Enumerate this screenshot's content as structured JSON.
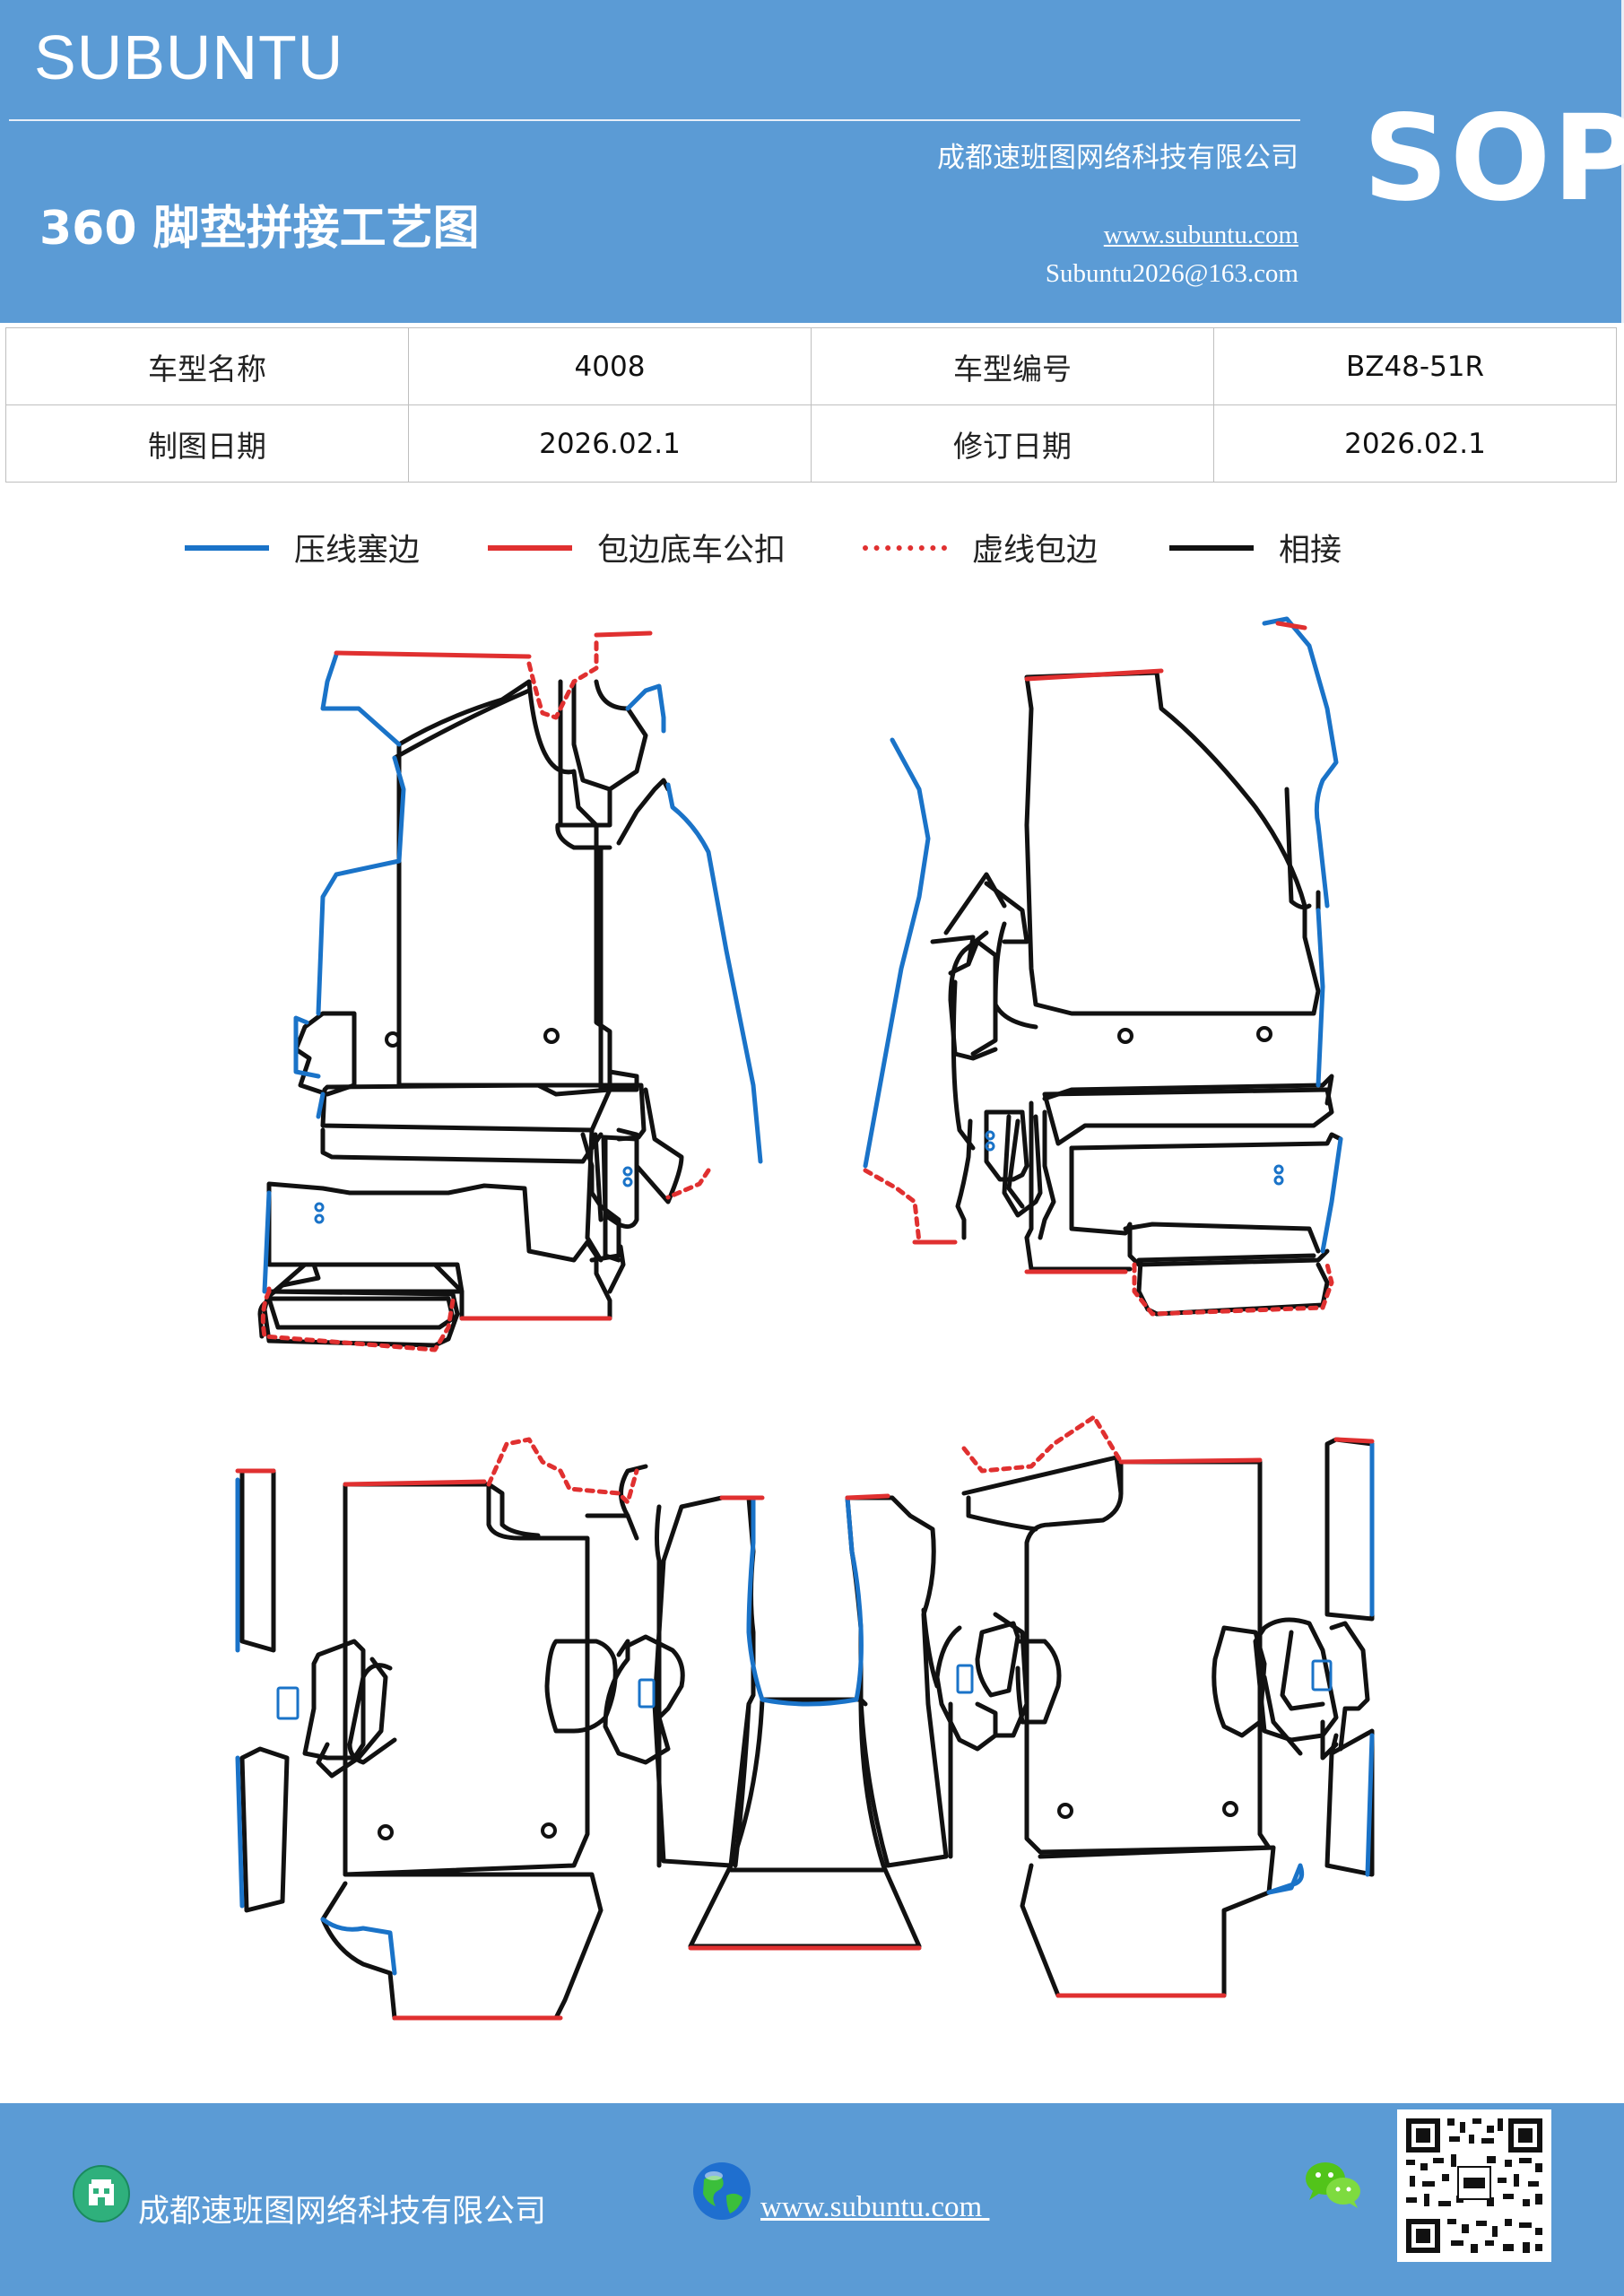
{
  "header": {
    "brand": "SUBUNTU",
    "company": "成都速班图网络科技有限公司",
    "title": "360 脚垫拼接工艺图",
    "website": "www.subuntu.com",
    "email": "Subuntu2026@163.com",
    "badge": "SOP"
  },
  "info_table": {
    "rows": [
      {
        "label1": "车型名称",
        "value1": "4008",
        "label2": "车型编号",
        "value2": "BZ48-51R"
      },
      {
        "label1": "制图日期",
        "value1": "2026.02.1",
        "label2": "修订日期",
        "value2": "2026.02.1"
      }
    ]
  },
  "legend": [
    {
      "label": "压线塞边",
      "color": "#1a73c8",
      "style": "solid"
    },
    {
      "label": "包边底车公扣",
      "color": "#e03030",
      "style": "solid"
    },
    {
      "label": "虚线包边",
      "color": "#e03030",
      "style": "dotted"
    },
    {
      "label": "相接",
      "color": "#111111",
      "style": "solid"
    }
  ],
  "colors": {
    "header_bg": "#5b9bd5",
    "blue_edge": "#1a73c8",
    "red_edge": "#e03030",
    "outline": "#111111"
  },
  "footer": {
    "company": "成都速班图网络科技有限公司",
    "website": "www.subuntu.com ",
    "icons": [
      "building-icon",
      "globe-icon",
      "wechat-icon",
      "qr-code"
    ]
  }
}
